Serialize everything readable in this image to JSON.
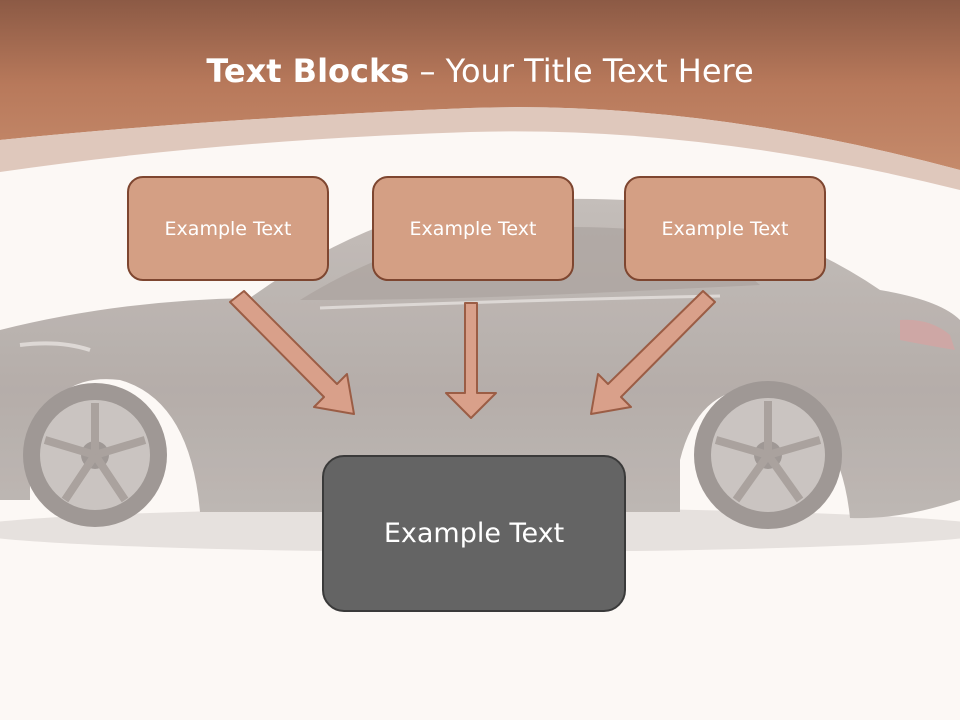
{
  "title": {
    "bold": "Text Blocks",
    "rest": " – Your Title Text Here"
  },
  "blocks": {
    "top": [
      {
        "label": "Example Text"
      },
      {
        "label": "Example Text"
      },
      {
        "label": "Example Text"
      }
    ],
    "bottom": {
      "label": "Example Text"
    }
  },
  "colors": {
    "header": "#b06e4f",
    "box_fill": "#d49f84",
    "box_border": "#7e4630",
    "arrow_fill": "#d9a08a",
    "arrow_border": "#9b5d45",
    "main_fill": "#646464",
    "background": "#fcf8f5"
  },
  "icons": [
    "car-image",
    "arrow-down-right-icon",
    "arrow-down-icon",
    "arrow-down-left-icon"
  ]
}
